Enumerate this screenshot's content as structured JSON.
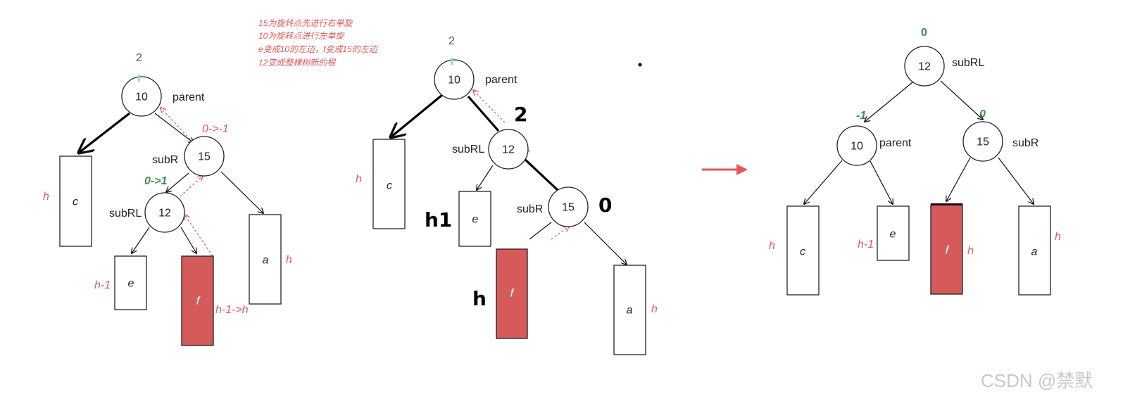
{
  "notes": [
    "15为旋转点先进行右单旋",
    "10为旋转点进行左单旋",
    "e变成10的左边，f变成15的左边",
    "12变成整棵树新的根"
  ],
  "node_labels": {
    "parent": "parent",
    "subR": "subR",
    "subRL": "subRL"
  },
  "nodes": {
    "n10": "10",
    "n12": "12",
    "n15": "15"
  },
  "subtrees": {
    "a": "a",
    "c": "c",
    "e": "e",
    "f": "f"
  },
  "heights": {
    "h": "h",
    "h_minus_1": "h-1",
    "h_change": "h-1->h",
    "hand_h1": "h1",
    "hand_h": "h"
  },
  "balance_factors": {
    "left_parent": "2",
    "left_subR": "0->-1",
    "left_subRL": "0->1",
    "mid_parent": "2",
    "mid_hand_2": "2",
    "mid_hand_0": "0",
    "right_subRL": "0",
    "right_parent": "-1",
    "right_subR": "0"
  },
  "watermark": "CSDN @禁默",
  "colors": {
    "red_fill": "#d45b59",
    "annotation_red": "#e05a5a",
    "annotation_green": "#3b8f48",
    "arrow": "#e05a5a"
  }
}
